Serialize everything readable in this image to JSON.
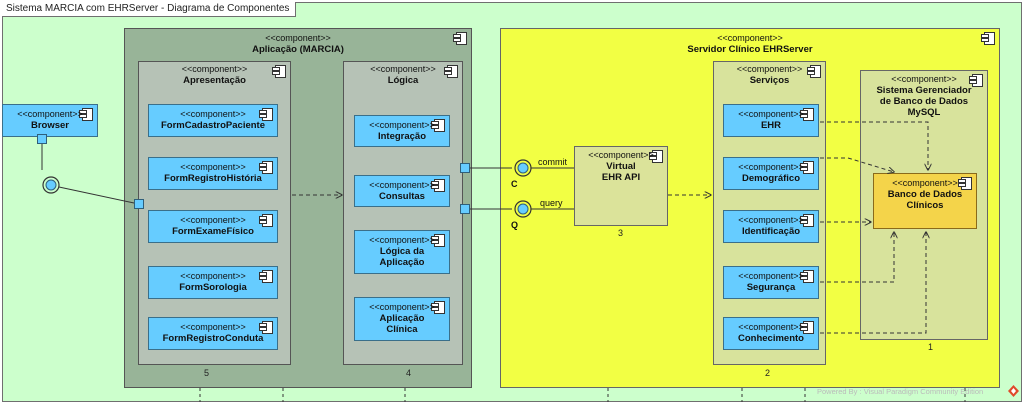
{
  "frame_title": "Sistema MARCIA com EHRServer - Diagrama de Componentes",
  "stereotype": "<<component>>",
  "browser": {
    "name": "Browser"
  },
  "aplicacao": {
    "name": "Aplicação (MARCIA)"
  },
  "apresentacao": {
    "name": "Apresentação",
    "multiplicity": "5",
    "forms": [
      "FormCadastroPaciente",
      "FormRegistroHistória",
      "FormExameFísico",
      "FormSorologia",
      "FormRegistroConduta"
    ]
  },
  "logica": {
    "name": "Lógica",
    "multiplicity": "4",
    "items": [
      {
        "line1": "Integração",
        "line2": ""
      },
      {
        "line1": "Consultas",
        "line2": ""
      },
      {
        "line1": "Lógica da",
        "line2": "Aplicação"
      },
      {
        "line1": "Aplicação",
        "line2": "Clínica"
      }
    ]
  },
  "servidor": {
    "name": "Servidor Clínico EHRServer"
  },
  "virtual_api": {
    "line1": "Virtual",
    "line2": "EHR API",
    "multiplicity": "3"
  },
  "interfaces": {
    "commit": "commit",
    "c": "C",
    "query": "query",
    "q": "Q"
  },
  "servicos": {
    "name": "Serviços",
    "multiplicity": "2",
    "items": [
      "EHR",
      "Demográfico",
      "Identificação",
      "Segurança",
      "Conhecimento"
    ]
  },
  "sgbd": {
    "line1": "Sistema Gerenciador",
    "line2": "de Banco de Dados",
    "line3": "MySQL",
    "multiplicity": "1"
  },
  "banco": {
    "line1": "Banco de Dados",
    "line2": "Clínicos"
  },
  "powered_by": "Powered By : Visual Paradigm Community Edition"
}
